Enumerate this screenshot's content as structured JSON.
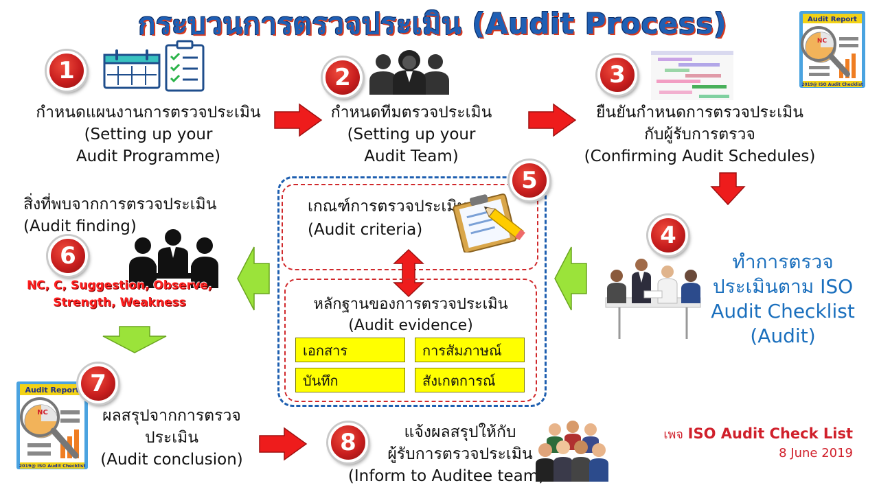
{
  "title": "กระบวนการตรวจประเมิน (Audit Process)",
  "steps": [
    {
      "number": "1",
      "th": "กำหนดแผนงานการตรวจประเมิน",
      "en_line1": "(Setting up your",
      "en_line2": "Audit Programme)"
    },
    {
      "number": "2",
      "th": "กำหนดทีมตรวจประเมิน",
      "en_line1": "(Setting up your",
      "en_line2": "Audit Team)"
    },
    {
      "number": "3",
      "th_line1": "ยืนยันกำหนดการตรวจประเมิน",
      "th_line2": "กับผู้รับการตรวจ",
      "en": "(Confirming Audit Schedules)"
    },
    {
      "number": "4",
      "line1": "ทำการตรวจ",
      "line2": "ประเมินตาม ISO",
      "line3": "Audit Checklist",
      "line4": "(Audit)"
    },
    {
      "number": "5",
      "th": "เกณฑ์การตรวจประเมิน",
      "en": "(Audit criteria)"
    },
    {
      "number": "6",
      "th": "สิ่งที่พบจากการตรวจประเมิน",
      "en": "(Audit finding)",
      "note_line1": "NC, C, Suggestion, Observe,",
      "note_line2": "Strength, Weakness"
    },
    {
      "number": "7",
      "th_line1": "ผลสรุปจากการตรวจ",
      "th_line2": "ประเมิน",
      "en": "(Audit conclusion)"
    },
    {
      "number": "8",
      "th_line1": "แจ้งผลสรุปให้กับ",
      "th_line2": "ผู้รับการตรวจประเมิน",
      "en": "(Inform to Auditee team)"
    }
  ],
  "evidence": {
    "th": "หลักฐานของการตรวจประเมิน",
    "en": "(Audit evidence)",
    "items": [
      "เอกสาร",
      "การสัมภาษณ์",
      "บันทึก",
      "สังเกตการณ์"
    ]
  },
  "report_icon": {
    "header": "Audit Report",
    "nc": "NC",
    "footer": "2019@ ISO Audit Checklist"
  },
  "credit": {
    "prefix": "เพจ",
    "name": "ISO Audit Check List",
    "date": "8 June 2019"
  },
  "colors": {
    "title": "#1f5fb4",
    "badge": "#c81e1e",
    "arrow_red": "#ee1c1c",
    "arrow_green": "#9be33a",
    "evidence_box": "#ffff00",
    "step4_text": "#1a6fbd"
  }
}
